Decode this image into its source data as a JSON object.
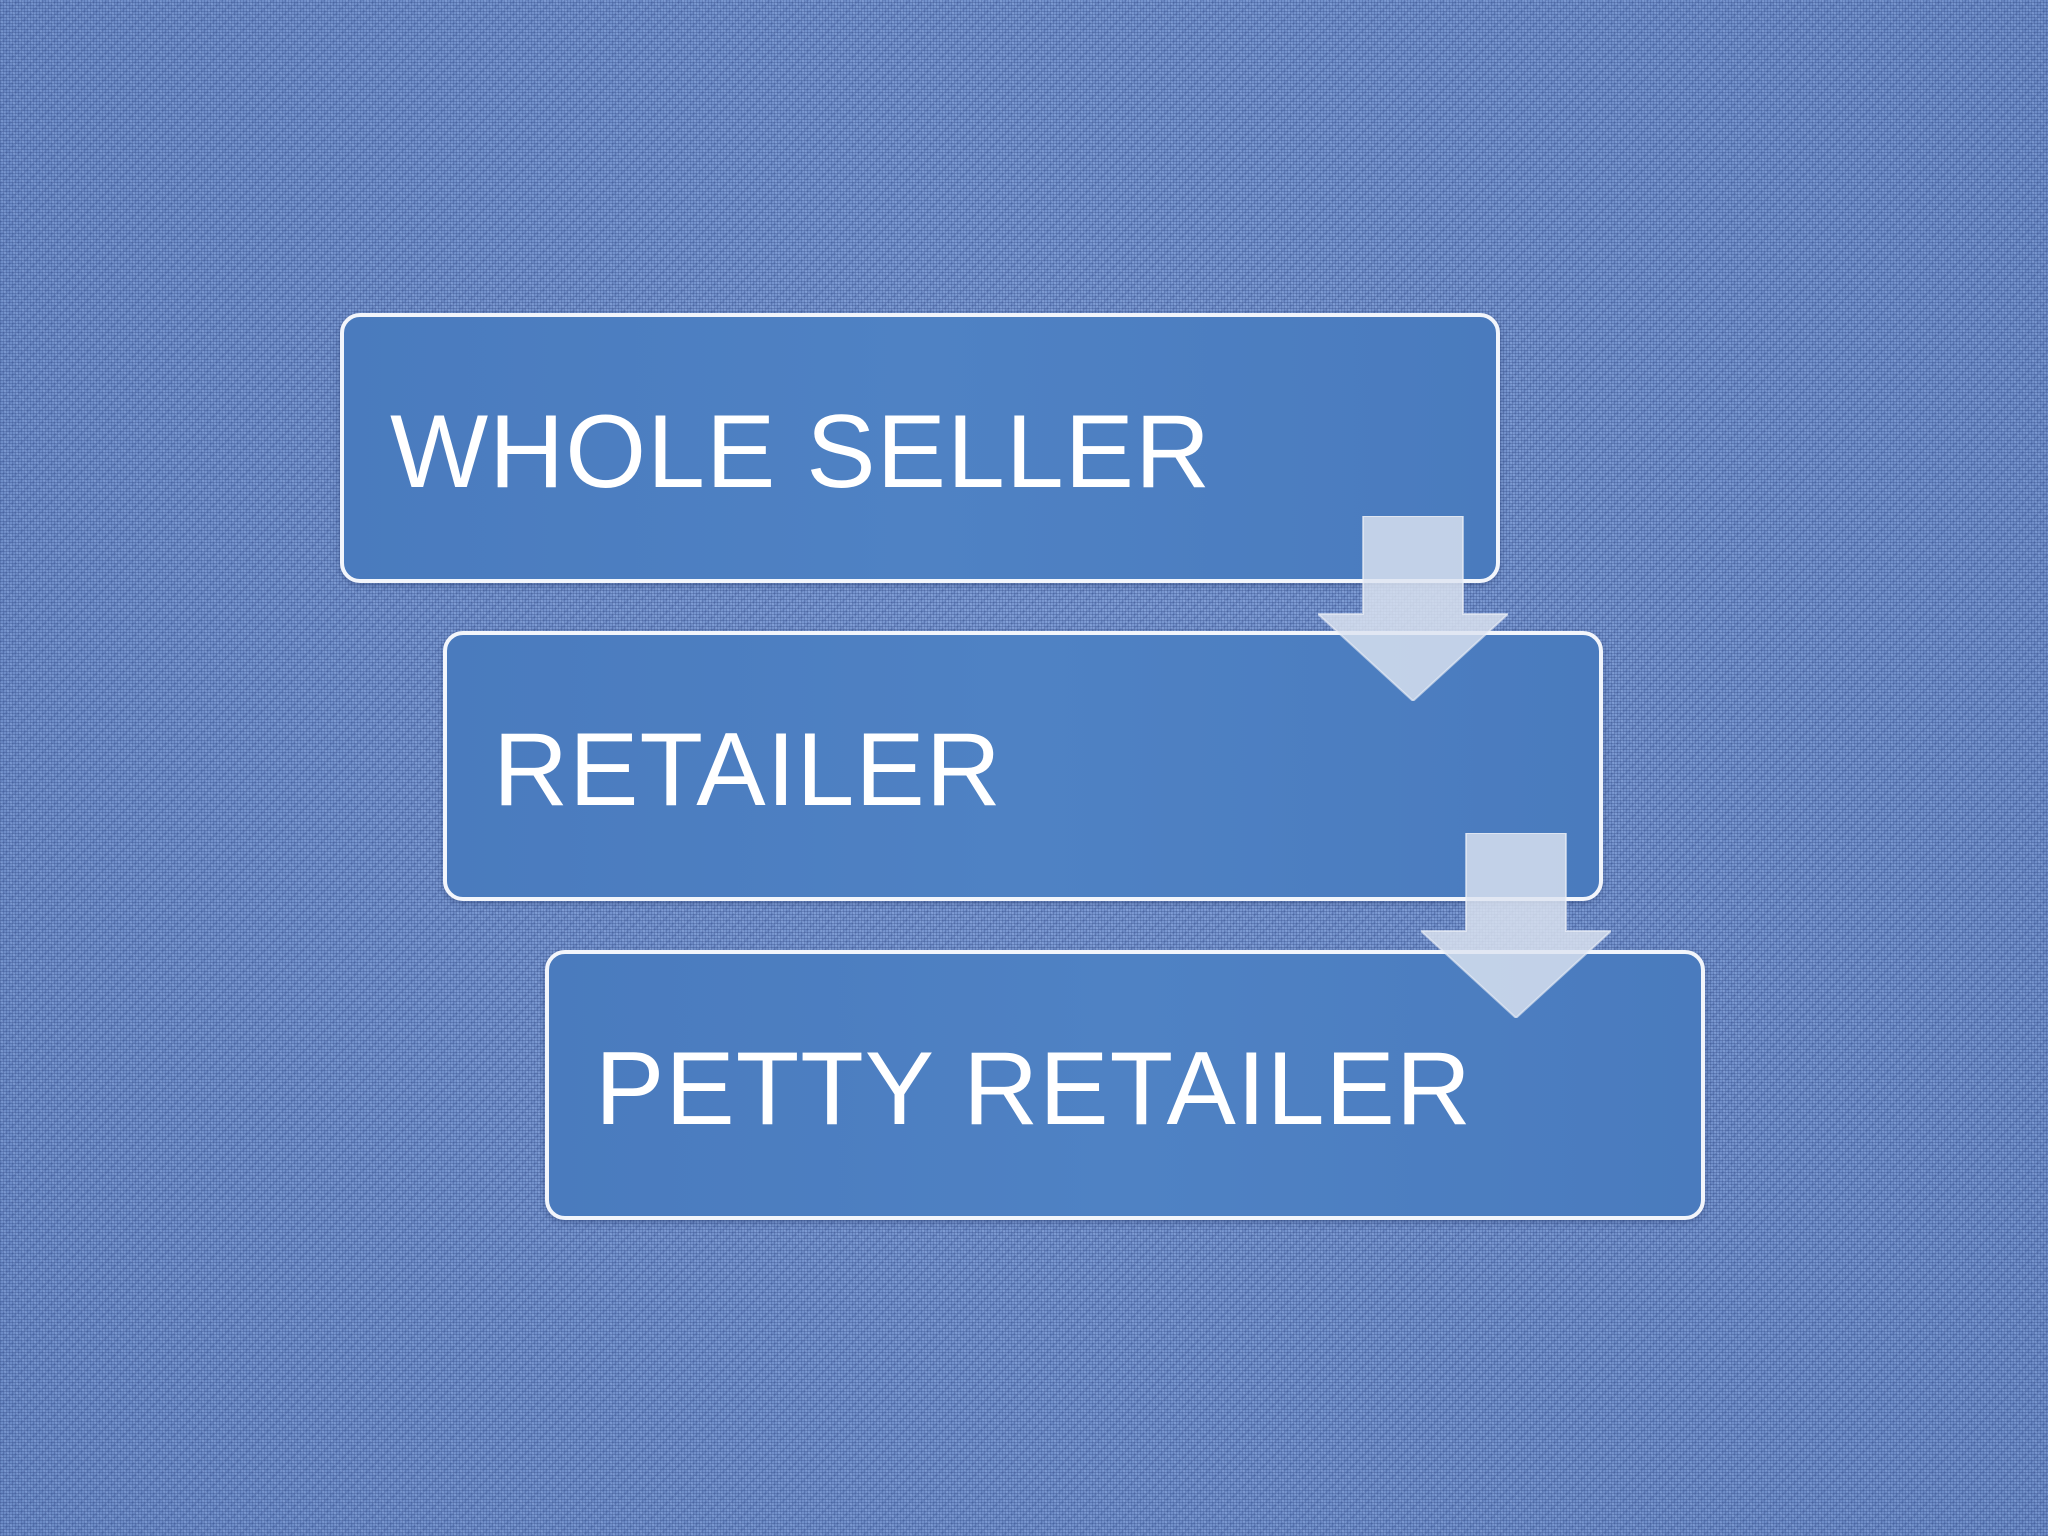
{
  "diagram": {
    "steps": [
      {
        "label": "WHOLE SELLER"
      },
      {
        "label": "RETAILER"
      },
      {
        "label": "PETTY RETAILER"
      }
    ],
    "colors": {
      "background": "#7392cc",
      "box_fill": "#4f82c4",
      "box_border": "#f2f5fb",
      "text": "#ffffff",
      "arrow": "#d9e1ef"
    }
  }
}
